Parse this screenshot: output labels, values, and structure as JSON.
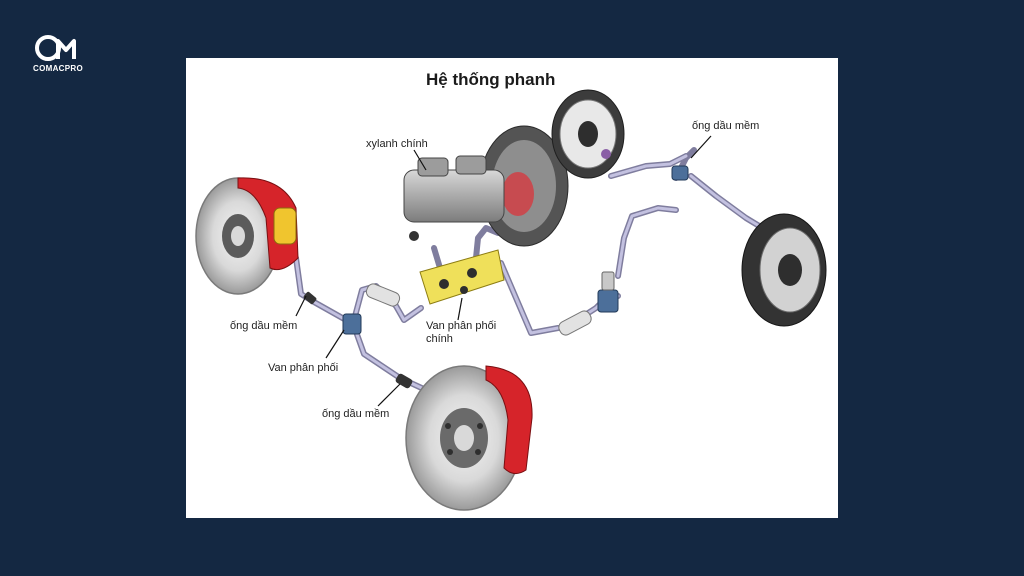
{
  "brand": {
    "name": "COMACPRO",
    "colors": {
      "background": "#142842",
      "caliper": "#d6242a",
      "valve": "#efe05a",
      "pipe": "#b7b5d6"
    }
  },
  "diagram": {
    "title": "Hệ thống phanh",
    "labels": {
      "master_cylinder": "xylanh chính",
      "hose_top_right": "ống dầu mềm",
      "hose_left": "ống dầu mềm",
      "valve_left": "Van phân phối",
      "main_valve_line1": "Van phân phối",
      "main_valve_line2": "chính",
      "hose_bottom": "ống dầu mềm"
    }
  }
}
